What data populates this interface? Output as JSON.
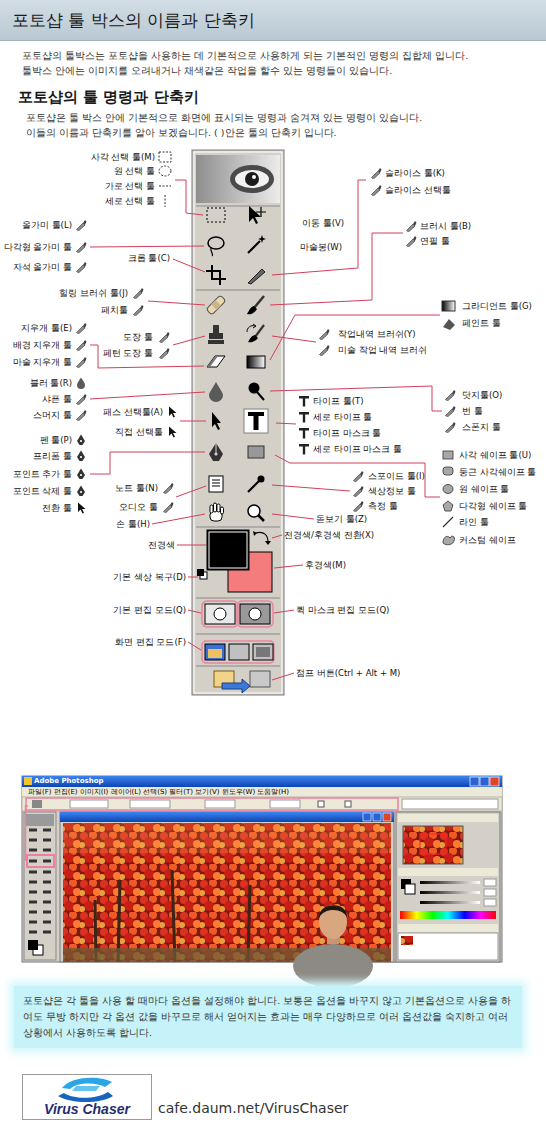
{
  "diagram": {
    "title": "포토샵 툴 박스의 이름과 단축키",
    "nodes": [
      {
        "text": [
          "포토샵은 각 툴을 사용 할 때마다 옵션을 설정해야 합니다. 보통은 옵션을 바꾸지 않고 기본옵션으로 사용을 하여도 무방 하지만 각 옵션 값을 바꾸므로 해서 얻어지는 효과는 매우 다양하므로 여러 옵션값을 숙지하고 여러 상황에서 사용하도록 합니다."
        ]
      },
      {
        "text": [
          "Virus Chaser"
        ]
      }
    ],
    "labels": [
      "포토샵의 툴박스는 포토샵을 사용하는 데 기본적으로 사용하게 되는 기본적인 명령의 집합체 입니다.",
      "툴박스 안에는 이미지를 오려내거나 채색같은 작업을 할수 있는 명령들이 있습니다.",
      "포토샵의 툴 명령과 단축키",
      "포토샵은 툴 박스 안에 기본적으로 화면에 표시되는 명령과 숨겨져 있는 명령이 있습니다.",
      "이들의 이름과 단축키를 알아 보겠습니다. ( )안은 툴의 단축키 입니다.",
      "사각 선택 툴(M)",
      "원 선택 툴",
      "가로 선택 툴",
      "세로 선택 툴",
      "올가미 툴(L)",
      "다각형 올가미 툴",
      "자석 올가미 툴",
      "크롭 툴(C)",
      "힐링 브러쉬 툴(J)",
      "패치툴",
      "지우개 툴(E)",
      "배경 지우개 툴",
      "마술 지우개 툴",
      "도장 툴",
      "페턴 도장 툴",
      "블러 툴(R)",
      "샤픈 툴",
      "스머지 툴",
      "패스 선택툴(A)",
      "직접 선택툴",
      "펜 툴(P)",
      "프리폼 툴",
      "포인트 추가 툴",
      "포인트 삭제 툴",
      "전환 툴",
      "노트 툴(N)",
      "오디오 툴",
      "손 툴(H)",
      "전경색",
      "기본 색상 복구(D)",
      "기본 편집 모드(Q)",
      "화면 편집 모드(F)",
      "슬라이스 툴(K)",
      "슬라이스 선택툴",
      "이동 툴(V)",
      "마술봉(W)",
      "브러시 툴(B)",
      "연필 툴",
      "그라디언트 툴(G)",
      "페인트 툴",
      "작업내역 브러쉬(Y)",
      "미술 작업 내역 브러쉬",
      "닷지툴(O)",
      "번 툴",
      "스폰지 툴",
      "타이프 툴(T)",
      "세로 타이프 툴",
      "타이프 마스크 툴",
      "세로 타이프 마스크 툴",
      "사각 쉐이프 툴(U)",
      "둥근 사각쉐이프 툴",
      "원 쉐이프 툴",
      "다각형 쉐이프 툴",
      "라인 툴",
      "커스텀 쉐이프",
      "스포이드 툴(I)",
      "색상정보 툴",
      "측정 툴",
      "돋보기 툴(Z)",
      "전경색/후경색 전환(X)",
      "후경색(M)",
      "퀵 마스크 편집 모드(Q)",
      "점프 버튼(Ctrl + Alt + M)",
      "Adobe Photoshop",
      "파일(F) 편집(E) 이미지(I) 레이어(L) 선택(S) 필터(T) 보기(V) 윈도우(W) 도움말(H)",
      "cafe.daum.net/VirusChaser"
    ]
  }
}
